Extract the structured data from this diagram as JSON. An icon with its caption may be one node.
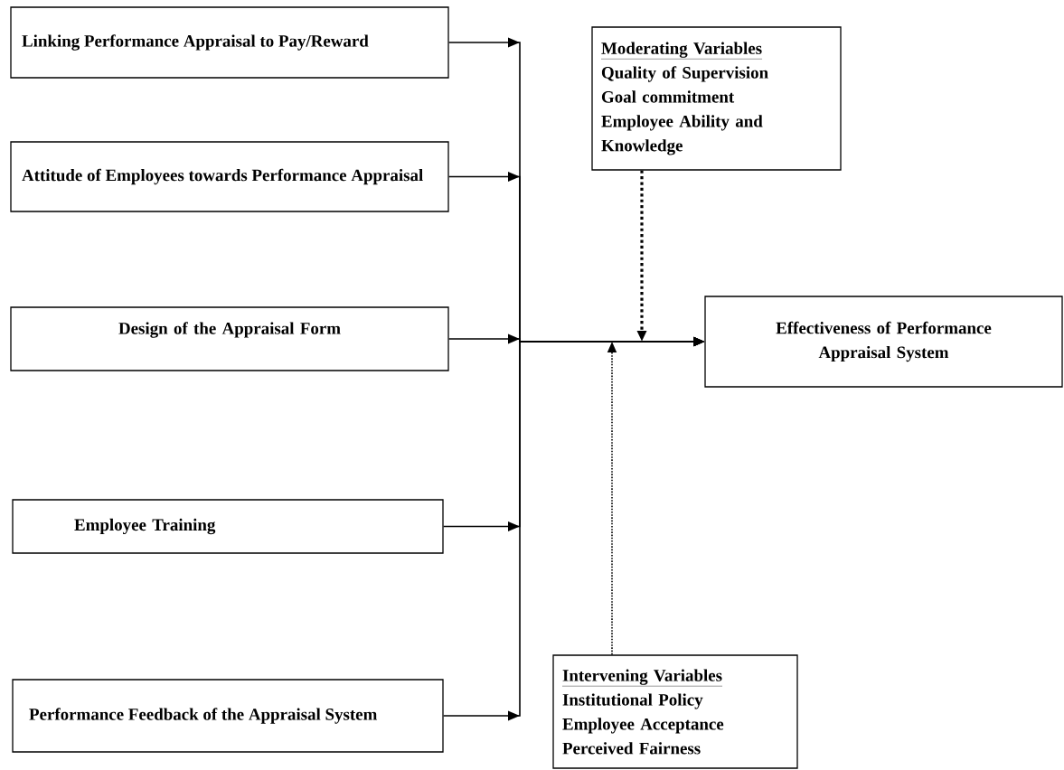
{
  "diagram": {
    "nodes": [
      {
        "text": [
          "Linking Performance Appraisal to Pay/Reward"
        ]
      },
      {
        "text": [
          "Moderating Variables",
          "Quality of Supervision",
          "Goal commitment",
          "Employee Ability and Knowledge"
        ]
      },
      {
        "text": [
          "Attitude of Employees towards Performance Appraisal"
        ]
      },
      {
        "text": [
          "Design of the Appraisal Form"
        ]
      },
      {
        "text": [
          "Effectiveness of Performance Appraisal System"
        ]
      },
      {
        "text": [
          "Employee Training"
        ]
      },
      {
        "text": [
          "Performance Feedback of the Appraisal System"
        ]
      },
      {
        "text": [
          "Intervening Variables",
          "Institutional Policy",
          "Employee Acceptance",
          "Perceived Fairness"
        ]
      }
    ],
    "edges": [
      {
        "from": 0,
        "to": 4,
        "arrow": "to"
      },
      {
        "from": 2,
        "to": 4,
        "arrow": "to"
      },
      {
        "from": 3,
        "to": 4,
        "arrow": "to"
      },
      {
        "from": 5,
        "to": 4,
        "arrow": "to"
      },
      {
        "from": 6,
        "to": 4,
        "arrow": "to"
      },
      {
        "from": 1,
        "to": null,
        "arrow": "to",
        "style": "dashed"
      },
      {
        "from": 7,
        "to": null,
        "arrow": "to",
        "style": "dashed"
      }
    ]
  }
}
